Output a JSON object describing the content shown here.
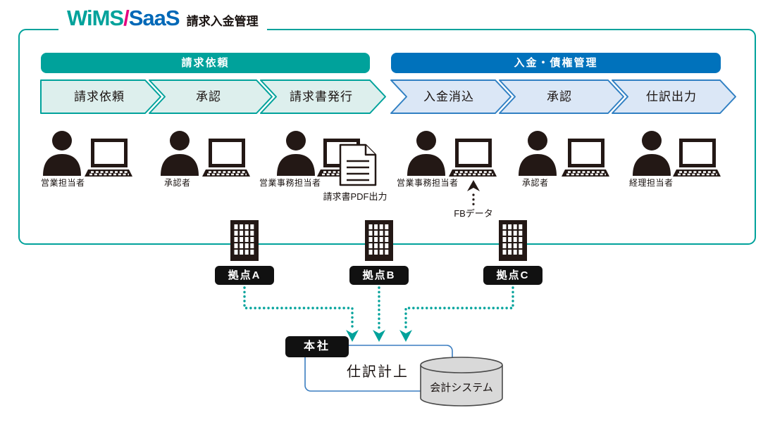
{
  "brand": {
    "name_teal": "WiMS",
    "name_slash": "/",
    "name_blue": "SaaS",
    "subtitle": "請求入金管理"
  },
  "sections": [
    {
      "label": "請求依頼"
    },
    {
      "label": "入金・債権管理"
    }
  ],
  "steps": [
    {
      "label": "請求依頼"
    },
    {
      "label": "承認"
    },
    {
      "label": "請求書発行"
    },
    {
      "label": "入金消込"
    },
    {
      "label": "承認"
    },
    {
      "label": "仕訳出力"
    }
  ],
  "actors": [
    {
      "label": "営業担当者"
    },
    {
      "label": "承認者"
    },
    {
      "label": "営業事務担当者"
    },
    {
      "label": "営業事務担当者"
    },
    {
      "label": "承認者"
    },
    {
      "label": "経理担当者"
    }
  ],
  "notes": {
    "pdf_output": "請求書PDF出力",
    "fb_data": "FBデータ"
  },
  "sites": [
    {
      "label": "拠点A"
    },
    {
      "label": "拠点B"
    },
    {
      "label": "拠点C"
    }
  ],
  "hq": {
    "label": "本社"
  },
  "journal": {
    "label": "仕訳計上"
  },
  "accounting_system": {
    "label": "会計システム"
  },
  "colors": {
    "teal": "#00a29b",
    "teal_fill": "#ddefed",
    "blue": "#0072bc",
    "blue_fill": "#dbe7f6",
    "blue_line": "#3a7dc0",
    "magenta": "#e4007f",
    "ink": "#231815",
    "cylinder_fill": "#d9d9d9"
  }
}
